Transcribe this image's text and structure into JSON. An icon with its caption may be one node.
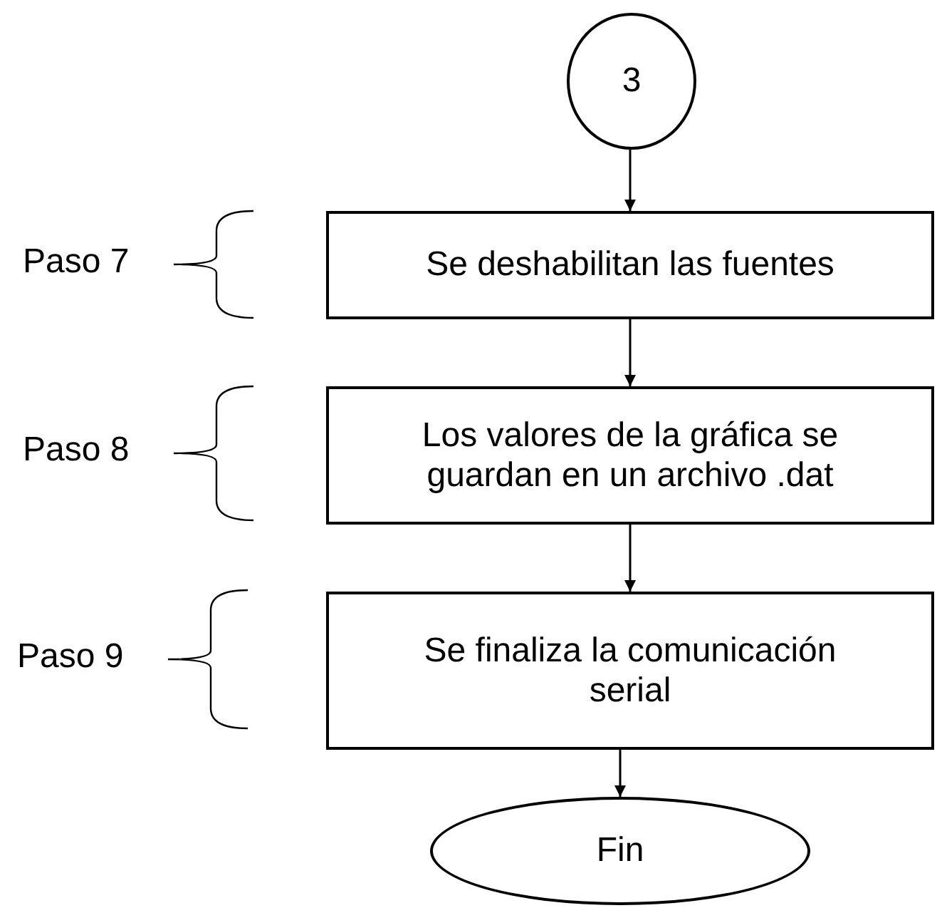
{
  "diagram": {
    "nodes": [
      {
        "text": [
          "3"
        ]
      },
      {
        "text": [
          "Se deshabilitan las fuentes"
        ]
      },
      {
        "text": [
          "Los valores de la gráfica se guardan en un archivo .dat"
        ]
      },
      {
        "text": [
          "Se finaliza la comunicación serial"
        ]
      },
      {
        "text": [
          "Fin"
        ]
      }
    ],
    "edges": [
      {
        "from": 0,
        "to": 1,
        "arrow": "to"
      },
      {
        "from": 1,
        "to": 2,
        "arrow": "to"
      },
      {
        "from": 2,
        "to": 3,
        "arrow": "to"
      },
      {
        "from": 3,
        "to": 4,
        "arrow": "to"
      }
    ],
    "labels": [
      "Paso 7",
      "Paso 8",
      "Paso 9"
    ]
  }
}
